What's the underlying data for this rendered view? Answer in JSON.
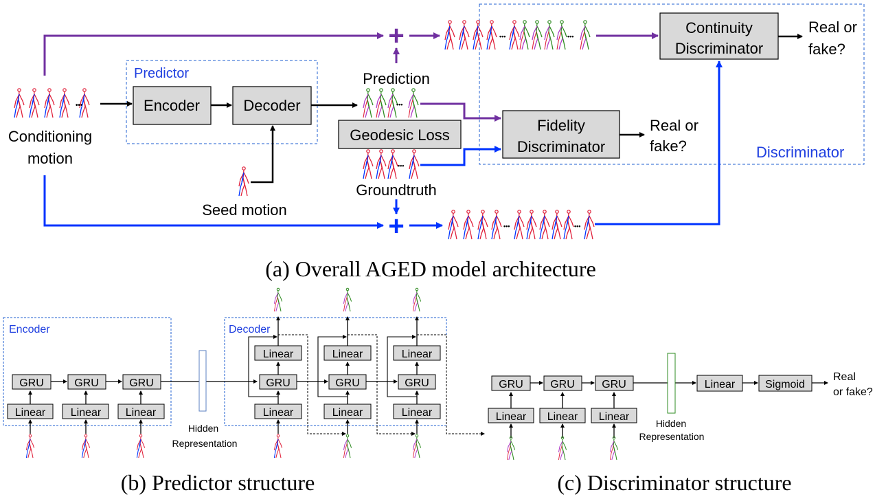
{
  "colors": {
    "purple": "#7030a0",
    "blue": "#0033ff",
    "box_fill": "#d9d9d9",
    "label_blue": "#1f3fe0",
    "small_label_blue": "#1f5fd0",
    "green": "#2e8b20",
    "red": "#e0203a"
  },
  "part_a": {
    "caption": "(a) Overall AGED model architecture",
    "predictor_label": "Predictor",
    "encoder": "Encoder",
    "decoder": "Decoder",
    "conditioning_1": "Conditioning",
    "conditioning_2": "motion",
    "seed_motion": "Seed motion",
    "prediction": "Prediction",
    "geodesic_loss": "Geodesic Loss",
    "groundtruth": "Groundtruth",
    "fidelity_1": "Fidelity",
    "fidelity_2": "Discriminator",
    "continuity_1": "Continuity",
    "continuity_2": "Discriminator",
    "real_or_1": "Real or",
    "fake_1": "fake?",
    "real_or_2": "Real or",
    "fake_2": "fake?",
    "discriminator_label": "Discriminator",
    "plus": "+",
    "ellipsis": "•••"
  },
  "part_b": {
    "caption": "(b) Predictor structure",
    "encoder_label": "Encoder",
    "decoder_label": "Decoder",
    "gru": "GRU",
    "linear": "Linear",
    "hidden_1": "Hidden",
    "hidden_2": "Representation"
  },
  "part_c": {
    "caption": "(c) Discriminator structure",
    "gru": "GRU",
    "linear": "Linear",
    "sigmoid": "Sigmoid",
    "hidden_1": "Hidden",
    "hidden_2": "Representation",
    "real": "Real",
    "or_fake": "or fake?"
  }
}
